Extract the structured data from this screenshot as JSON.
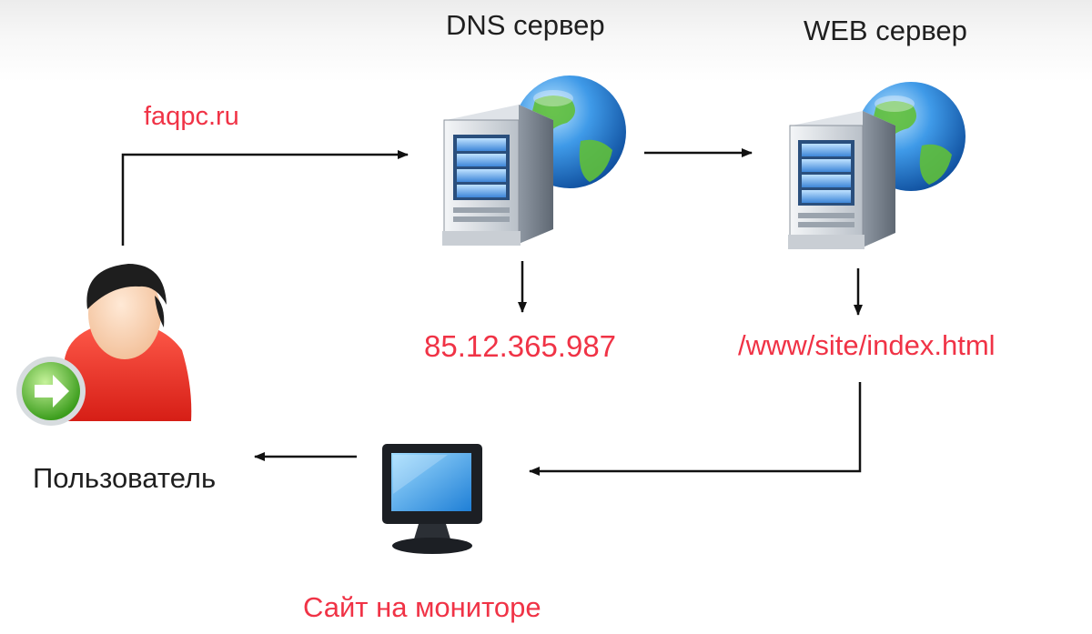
{
  "nodes": {
    "dns_server": {
      "label": "DNS сервер"
    },
    "web_server": {
      "label": "WEB сервер"
    },
    "user": {
      "label": "Пользователь"
    },
    "monitor": {
      "label": "Сайт на мониторе"
    }
  },
  "annotations": {
    "domain": "faqpc.ru",
    "ip_address": "85.12.365.987",
    "file_path": "/www/site/index.html"
  },
  "colors": {
    "accent_red": "#f03346",
    "text_dark": "#1f1f1f",
    "arrow": "#111111"
  },
  "icons": [
    "server-globe-icon",
    "user-icon",
    "arrow-badge-icon",
    "monitor-icon"
  ]
}
